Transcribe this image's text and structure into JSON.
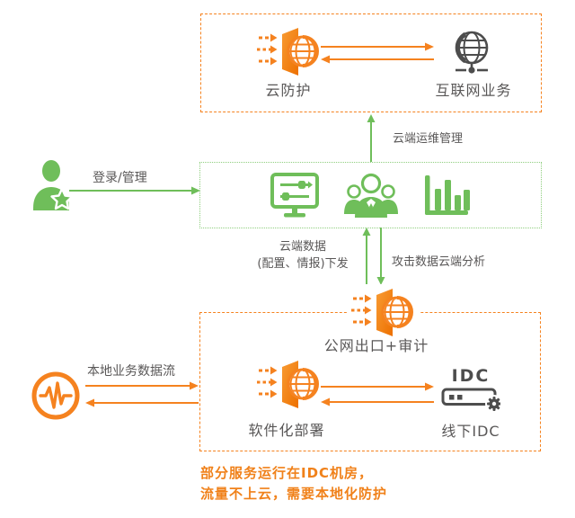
{
  "colors": {
    "orange": "#F5821F",
    "orange_note": "#F0811A",
    "green": "#6FBE5A",
    "green_border": "#8FCE7E",
    "label_gray": "#595757",
    "icon_dark": "#4D4D4D"
  },
  "zones": {
    "cloud": {
      "firewall_label": "云防护",
      "internet_label": "互联网业务"
    },
    "platform": {
      "mgmt_label": "云端运维管理"
    },
    "local": {
      "gateway_label": "公网出口+审计",
      "firewall_label": "软件化部署",
      "idc_label": "线下IDC",
      "idc_icon_text": "IDC"
    }
  },
  "admin_label": "登录/管理",
  "flows": {
    "down_line1": "云端数据",
    "down_line2": "(配置、情报)下发",
    "up_label": "攻击数据云端分析",
    "local_label": "本地业务数据流"
  },
  "note": {
    "line1": "部分服务运行在IDC机房，",
    "line2": "流量不上云，需要本地化防护"
  }
}
